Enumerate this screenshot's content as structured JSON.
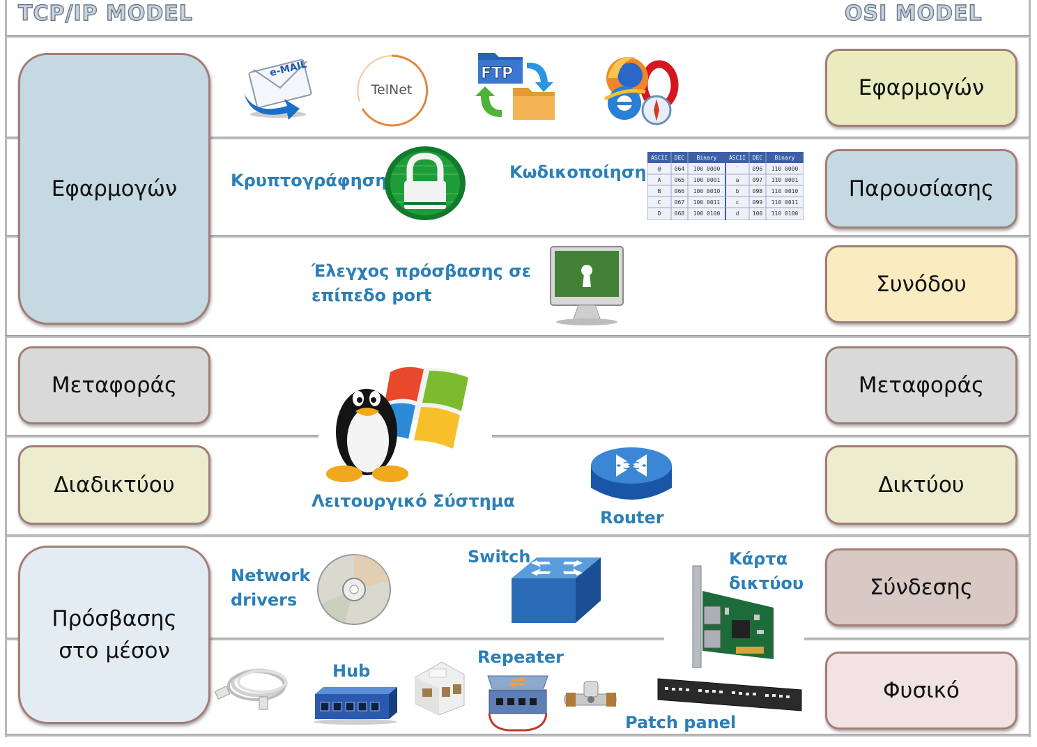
{
  "headers": {
    "tcpip": "TCP/IP MODEL",
    "osi": "OSI MODEL"
  },
  "tcpip_layers": [
    {
      "label": "Εφαρμογών"
    },
    {
      "label": "Μεταφοράς"
    },
    {
      "label": "Διαδικτύου"
    },
    {
      "label": "Πρόσβασης\nστο μέσον"
    }
  ],
  "osi_layers": [
    {
      "label": "Εφαρμογών"
    },
    {
      "label": "Παρουσίασης"
    },
    {
      "label": "Συνόδου"
    },
    {
      "label": "Μεταφοράς"
    },
    {
      "label": "Δικτύου"
    },
    {
      "label": "Σύνδεσης"
    },
    {
      "label": "Φυσικό"
    }
  ],
  "items": {
    "email_text": "e-MAIL",
    "telnet_text": "TelNet",
    "ftp_text": "FTP",
    "encryption": "Κρυπτογράφηση",
    "encoding": "Κωδικοποίηση",
    "port_access": "Έλεγχος πρόσβασης σε\nεπίπεδο port",
    "os": "Λειτουργικό Σύστημα",
    "router": "Router",
    "switch": "Switch",
    "network_drivers": "Network\ndrivers",
    "nic": "Κάρτα\nδικτύου",
    "hub": "Hub",
    "repeater": "Repeater",
    "patch_panel": "Patch panel"
  },
  "ascii_table": {
    "headers": [
      "ASCII",
      "DEC",
      "Binary",
      "ASCII",
      "DEC",
      "Binary"
    ],
    "rows": [
      [
        "@",
        "064",
        "100 0000",
        "`",
        "096",
        "110 0000"
      ],
      [
        "A",
        "065",
        "100 0001",
        "a",
        "097",
        "110 0001"
      ],
      [
        "B",
        "066",
        "100 0010",
        "b",
        "098",
        "110 0010"
      ],
      [
        "C",
        "067",
        "100 0011",
        "c",
        "099",
        "110 0011"
      ],
      [
        "D",
        "068",
        "100 0100",
        "d",
        "100",
        "110 0100"
      ]
    ]
  },
  "colors": {
    "accent_text": "#2c7fb6",
    "box_border": "#a47d76"
  }
}
